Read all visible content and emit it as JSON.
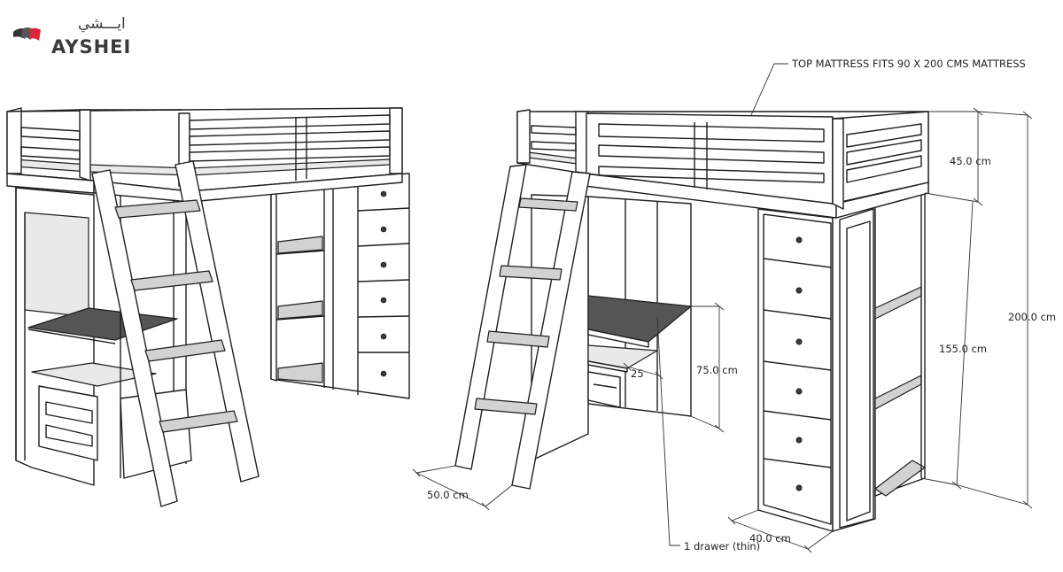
{
  "brand": {
    "name_en": "AYSHEI",
    "name_ar": "ايـــشي",
    "colors": {
      "mark_dark": "#333333",
      "mark_red": "#d8263a"
    }
  },
  "annotations": {
    "top_mattress": "TOP MATTRESS FITS 90 X 200 CMS MATTRESS",
    "rail_height": "45.0 cm",
    "total_height": "200.0 cm",
    "under_height": "155.0 cm",
    "desk_height": "75.0 cm",
    "desk_gap": "25",
    "ladder_width": "50.0 cm",
    "cabinet_depth": "40.0 cm",
    "drawer_note": "1 drawer (thin)"
  }
}
